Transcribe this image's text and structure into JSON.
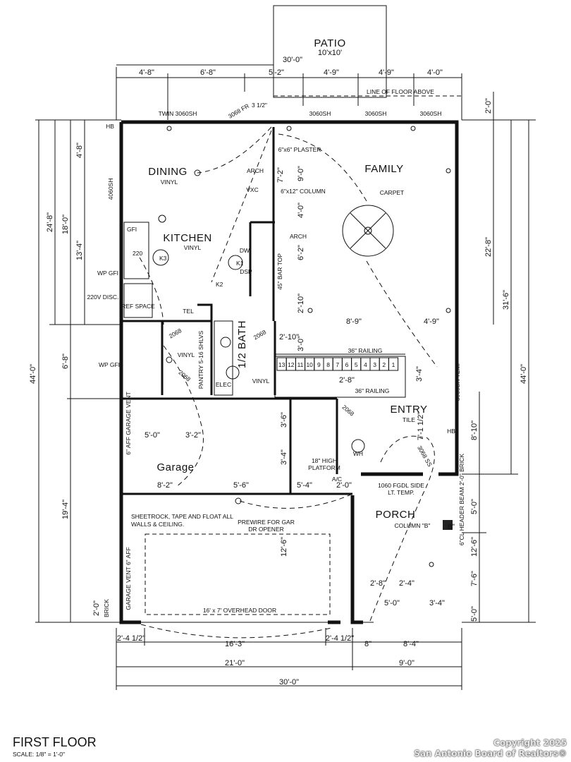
{
  "plan": {
    "title": "FIRST FLOOR",
    "scale": "SCALE: 1/8\" = 1'-0\"",
    "rooms": {
      "patio": "PATIO",
      "patio_size": "10'x10'",
      "dining": "DINING",
      "dining_floor": "VINYL",
      "family": "FAMILY",
      "family_floor": "CARPET",
      "kitchen": "KITCHEN",
      "kitchen_floor": "VINYL",
      "bath": "1/2 BATH",
      "bath_floor": "VINYL",
      "entry": "ENTRY",
      "entry_floor": "TILE",
      "garage": "Garage",
      "porch": "PORCH",
      "laundry_floor": "VINYL"
    },
    "top_dims": [
      "4'-8\"",
      "6'-8\"",
      "5'-2\"",
      "4'-9\"",
      "4'-9\"",
      "4'-0\""
    ],
    "patio_width": "30'-0\"",
    "windows": [
      "TWIN 3060SH",
      "3068 FR",
      "3060SH",
      "3060SH",
      "3060SH"
    ],
    "line_floor_above": "LINE OF FLOOR ABOVE",
    "left_dims": [
      "44'-0\"",
      "24'-8\"",
      "18'-0\"",
      "13'-4\"",
      "4'-8\"",
      "6'-8\"",
      "19'-4\"",
      "2'-0\""
    ],
    "right_dims": [
      "44'-0\"",
      "31'-6\"",
      "22'-8\"",
      "2'-0\"",
      "8'-10\"",
      "5'-0\"",
      "12'-6\"",
      "7'-6\"",
      "5'-0\""
    ],
    "bottom_dims": [
      "2'-4 1/2\"",
      "16'-3\"",
      "2'-4 1/2\"",
      "8\"",
      "8'-4\"",
      "21'-0\"",
      "9'-0\"",
      "30'-0\""
    ],
    "notes": {
      "plaster": "6\"x6\" PLASTER",
      "column": "6\"x12\" COLUMN",
      "arch1": "ARCH",
      "arch2": "ARCH",
      "bar_top": "45\" BAR TOP",
      "railing1": "36\" RAILING",
      "railing2": "36\" RAILING",
      "pantry": "PANTRY 5-16 SHLVS",
      "ref": "REF SPACE",
      "disc": "220V DISC.",
      "wp": "WP GFI",
      "wp2": "WP GFI",
      "vent1": "6\" AFF GARAGE VENT",
      "vent2": "GARAGE VENT 6\" AFF",
      "sheetrock": "SHEETROCK, TAPE AND FLOAT ALL WALLS & CEILING.",
      "prewire": "PREWIRE FOR GAR DR OPENER",
      "overhead": "16' x 7' OVERHEAD DOOR",
      "platform": "18\" HIGH PLATFORM",
      "door": "1060 FGDL SIDE LT. TEMP.",
      "header": "6\"CL HEADER BEAM 2'-0\" BRICK",
      "column_b": "COLUMN \"B\"",
      "brick_left": "BRICK",
      "tel": "TEL",
      "elec": "ELEC",
      "wh": "WH",
      "ac": "A/C",
      "hb1": "HB",
      "hb2": "HB",
      "window_side": "4060SH",
      "temp": "3060SH TEMP",
      "door_2068a": "2068",
      "door_2068b": "2068",
      "door_2068c": "2068",
      "door_2068d": "2068",
      "door_3068": "3068 SS",
      "dw": "DW",
      "dsp": "DSP",
      "vxc": "VXC"
    },
    "interior_dims": {
      "d72": "7'-2\"",
      "d90": "9'-0\"",
      "d40": "4'-0\"",
      "d62": "6'-2\"",
      "d210": "2'-10\"",
      "d89": "8'-9\"",
      "d49": "4'-9\"",
      "d210b": "2'-10\"",
      "d30": "3'-0\"",
      "d28": "2'-8\"",
      "d34": "3'-4\"",
      "d50": "5'-0\"",
      "d32": "3'-2\"",
      "d36": "3'-6\"",
      "d34b": "3'-4\"",
      "d712": "7'-1 1/2\"",
      "d82": "8'-2\"",
      "d56": "5'-6\"",
      "d54": "5'-4\"",
      "d20": "2'-0\"",
      "d126": "12'-6\"",
      "d28b": "2'-8\"",
      "d24": "2'-4\"",
      "d50b": "5'-0\"",
      "d34c": "3'-4\"",
      "d8": "8\"",
      "d312": "3 1/2\""
    },
    "stair_numbers": [
      "13",
      "12",
      "11",
      "10",
      "9",
      "8",
      "7",
      "6",
      "5",
      "4",
      "3",
      "2",
      "1"
    ],
    "kitchen_labels": [
      "K1",
      "K2",
      "K3"
    ],
    "outlet_220": "220",
    "gfi": "GFI"
  },
  "copyright": [
    "Copyright 2025",
    "San Antonio Board of Realtors®"
  ]
}
